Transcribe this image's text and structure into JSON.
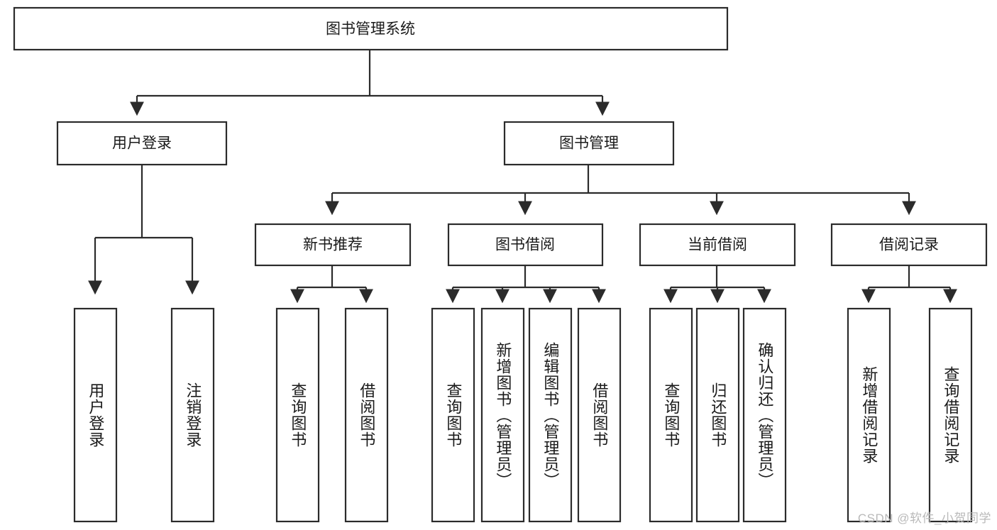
{
  "diagram": {
    "type": "hierarchy-tree",
    "title": "图书管理系统",
    "orientation": "top-down",
    "watermark": "CSDN @软件_小贺同学",
    "colors": {
      "background": "#ffffff",
      "box_fill": "#ffffff",
      "box_stroke": "#2b2b2b",
      "connector": "#2b2b2b",
      "text": "#1a1a1a",
      "watermark": "#b9b9b9"
    },
    "root": {
      "label": "图书管理系统",
      "level": 1
    },
    "level2": [
      {
        "label": "用户登录"
      },
      {
        "label": "图书管理"
      }
    ],
    "level3": [
      {
        "label": "新书推荐"
      },
      {
        "label": "图书借阅"
      },
      {
        "label": "当前借阅"
      },
      {
        "label": "借阅记录"
      }
    ],
    "leaves": {
      "user_login": [
        {
          "label": "用户登录"
        },
        {
          "label": "注销登录"
        }
      ],
      "new_book_recommend": [
        {
          "label": "查询图书"
        },
        {
          "label": "借阅图书"
        }
      ],
      "book_borrow": [
        {
          "label": "查询图书"
        },
        {
          "label": "新增图书（管理员）"
        },
        {
          "label": "编辑图书（管理员）"
        },
        {
          "label": "借阅图书"
        }
      ],
      "current_borrow": [
        {
          "label": "查询图书"
        },
        {
          "label": "归还图书"
        },
        {
          "label": "确认归还（管理员）"
        }
      ],
      "borrow_record": [
        {
          "label": "新增借阅记录"
        },
        {
          "label": "查询借阅记录"
        }
      ]
    }
  }
}
